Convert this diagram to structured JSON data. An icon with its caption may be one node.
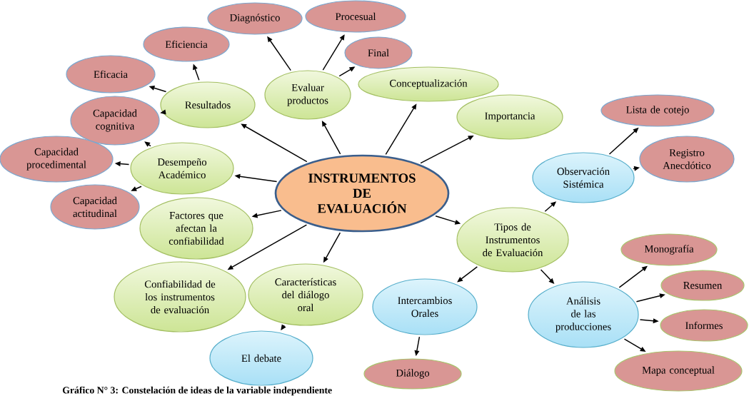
{
  "diagram": {
    "caption": "Gráfico N° 3: Constelación de ideas de la variable independiente",
    "nodes": [
      {
        "text": [
          "Diagnóstico"
        ]
      },
      {
        "text": [
          "Procesual"
        ]
      },
      {
        "text": [
          "Eficiencia"
        ]
      },
      {
        "text": [
          "Final"
        ]
      },
      {
        "text": [
          "Eficacia"
        ]
      },
      {
        "text": [
          "Conceptualización"
        ]
      },
      {
        "text": [
          "Evaluar productos"
        ]
      },
      {
        "text": [
          "Resultados"
        ]
      },
      {
        "text": [
          "Lista de cotejo"
        ]
      },
      {
        "text": [
          "Importancia"
        ]
      },
      {
        "text": [
          "Capacidad cognitiva"
        ]
      },
      {
        "text": [
          "Capacidad procedimental"
        ]
      },
      {
        "text": [
          "Registro Anecdótico"
        ]
      },
      {
        "text": [
          "Desempeño Académico"
        ]
      },
      {
        "text": [
          "Observación Sistémica"
        ]
      },
      {
        "text": [
          "INSTRUMENTOS DE EVALUACIÓN"
        ]
      },
      {
        "text": [
          "Capacidad actitudinal"
        ]
      },
      {
        "text": [
          "Factores que afectan la confiabilidad"
        ]
      },
      {
        "text": [
          "Tipos de Instrumentos de Evaluación"
        ]
      },
      {
        "text": [
          "Monografía"
        ]
      },
      {
        "text": [
          "Resumen"
        ]
      },
      {
        "text": [
          "Características del diálogo oral"
        ]
      },
      {
        "text": [
          "Confiabilidad de los instrumentos de evaluación"
        ]
      },
      {
        "text": [
          "Intercambios Orales"
        ]
      },
      {
        "text": [
          "Análisis de las producciones"
        ]
      },
      {
        "text": [
          "Informes"
        ]
      },
      {
        "text": [
          "El debate"
        ]
      },
      {
        "text": [
          "Mapa conceptual"
        ]
      },
      {
        "text": [
          "Diálogo"
        ]
      }
    ],
    "edges": [
      {
        "from": 15,
        "to": 7,
        "arrow": "to"
      },
      {
        "from": 15,
        "to": 6,
        "arrow": "to"
      },
      {
        "from": 15,
        "to": 5,
        "arrow": "to"
      },
      {
        "from": 15,
        "to": 9,
        "arrow": "to"
      },
      {
        "from": 15,
        "to": 13,
        "arrow": "to"
      },
      {
        "from": 15,
        "to": 17,
        "arrow": "to"
      },
      {
        "from": 15,
        "to": 22,
        "arrow": "to"
      },
      {
        "from": 15,
        "to": 21,
        "arrow": "to"
      },
      {
        "from": 15,
        "to": 18,
        "arrow": "to"
      },
      {
        "from": 7,
        "to": 2,
        "arrow": "to"
      },
      {
        "from": 7,
        "to": 4,
        "arrow": "to"
      },
      {
        "from": 7,
        "to": 10,
        "arrow": "to"
      },
      {
        "from": 6,
        "to": 0,
        "arrow": "to"
      },
      {
        "from": 6,
        "to": 1,
        "arrow": "to"
      },
      {
        "from": 6,
        "to": 3,
        "arrow": "to"
      },
      {
        "from": 13,
        "to": 10,
        "arrow": "to"
      },
      {
        "from": 13,
        "to": 11,
        "arrow": "to"
      },
      {
        "from": 13,
        "to": 16,
        "arrow": "to"
      },
      {
        "from": 21,
        "to": 26,
        "arrow": "to"
      },
      {
        "from": 18,
        "to": 14,
        "arrow": "to"
      },
      {
        "from": 18,
        "to": 23,
        "arrow": "to"
      },
      {
        "from": 18,
        "to": 24,
        "arrow": "to"
      },
      {
        "from": 14,
        "to": 8,
        "arrow": "to"
      },
      {
        "from": 14,
        "to": 12,
        "arrow": "to"
      },
      {
        "from": 23,
        "to": 28,
        "arrow": "to"
      },
      {
        "from": 24,
        "to": 19,
        "arrow": "to"
      },
      {
        "from": 24,
        "to": 20,
        "arrow": "to"
      },
      {
        "from": 24,
        "to": 25,
        "arrow": "to"
      },
      {
        "from": 24,
        "to": 27,
        "arrow": "to"
      }
    ]
  }
}
